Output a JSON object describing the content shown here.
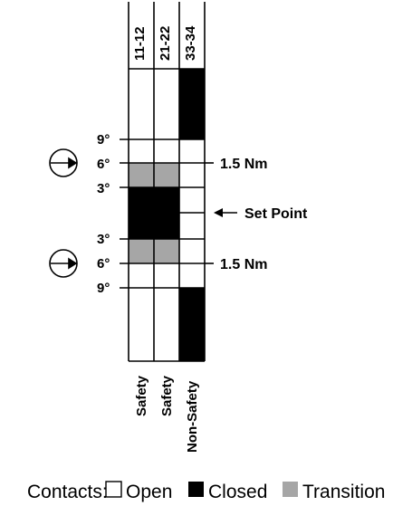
{
  "columns": [
    {
      "header": "11-12",
      "footer": "Safety"
    },
    {
      "header": "21-22",
      "footer": "Safety"
    },
    {
      "header": "33-34",
      "footer": "Non-Safety"
    }
  ],
  "angles_upper": [
    "9°",
    "6°",
    "3°"
  ],
  "angles_lower": [
    "3°",
    "6°",
    "9°"
  ],
  "torque_upper": "1.5 Nm",
  "torque_lower": "1.5 Nm",
  "set_point_label": "Set Point",
  "legend": {
    "prefix": "Contacts:",
    "open": "Open",
    "closed": "Closed",
    "transition": "Transition"
  },
  "colors": {
    "open": "#ffffff",
    "closed": "#000000",
    "transition": "#a6a6a6"
  },
  "icons": {
    "torque_direction": "circled-right-arrow-icon",
    "set_point_pointer": "left-arrow-icon"
  }
}
